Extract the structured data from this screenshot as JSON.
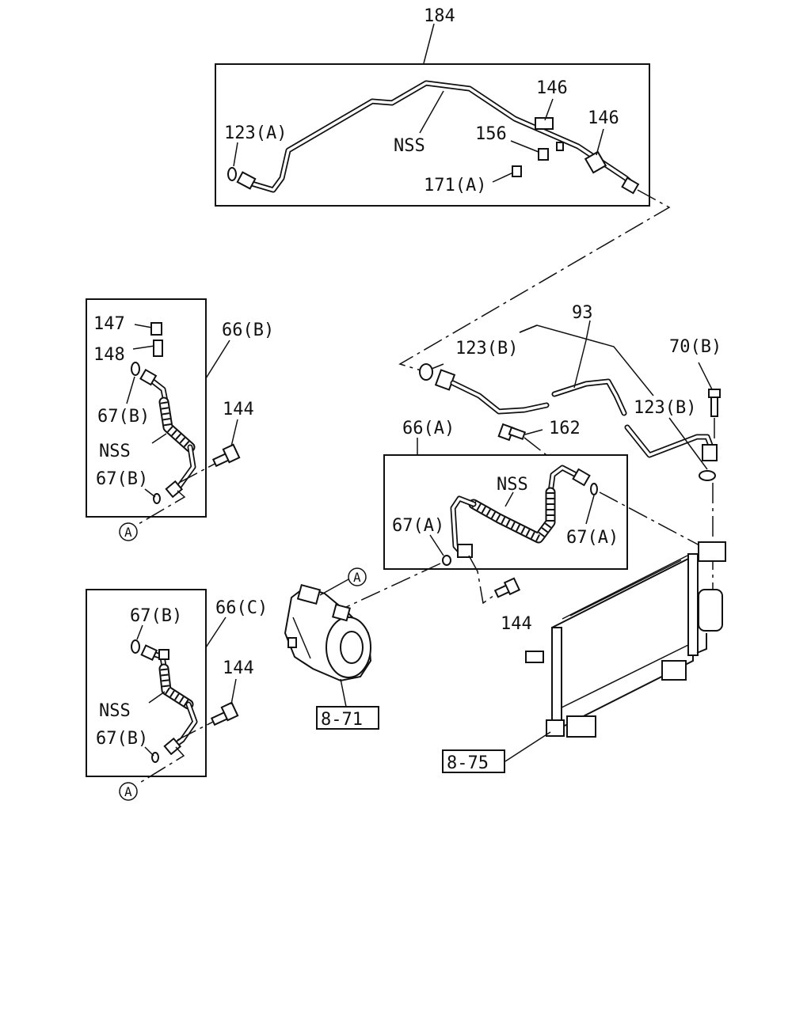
{
  "diagram": {
    "labels": {
      "l184": "184",
      "l146a": "146",
      "l146b": "146",
      "l123A": "123(A)",
      "lNSS_top": "NSS",
      "l156": "156",
      "l171A": "171(A)",
      "l147": "147",
      "l148": "148",
      "l66B": "66(B)",
      "l67B_1": "67(B)",
      "lNSS_b": "NSS",
      "l144_b": "144",
      "l67B_2": "67(B)",
      "l93": "93",
      "l123B_1": "123(B)",
      "l70B": "70(B)",
      "l123B_2": "123(B)",
      "l66A": "66(A)",
      "l162": "162",
      "lNSS_a": "NSS",
      "l67A_1": "67(A)",
      "l67A_2": "67(A)",
      "l144_a": "144",
      "l67B_3": "67(B)",
      "l66C": "66(C)",
      "l144_c": "144",
      "lNSS_c": "NSS",
      "l67B_4": "67(B)",
      "ref871": "8-71",
      "ref875": "8-75"
    },
    "markers": {
      "a1": "A",
      "a2": "A",
      "a3": "A"
    }
  }
}
